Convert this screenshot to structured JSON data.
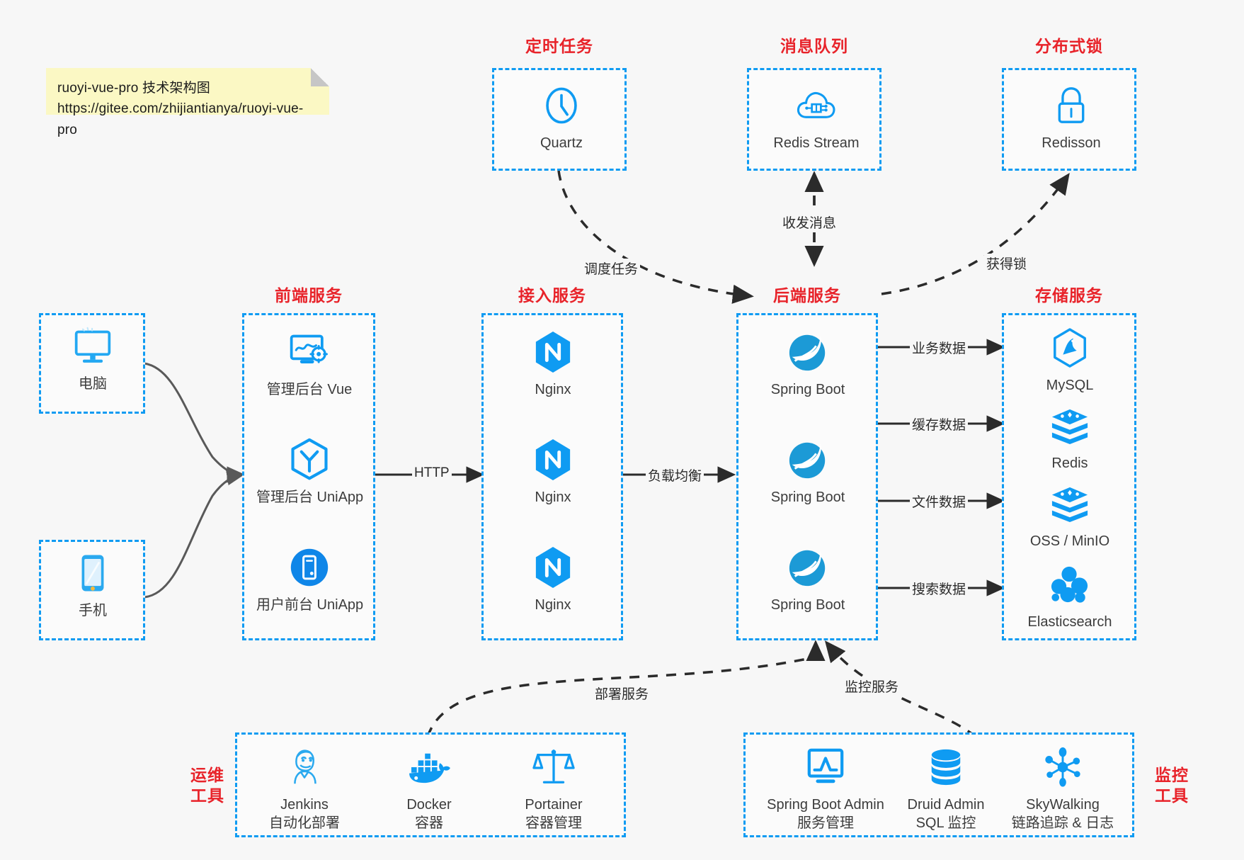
{
  "note": {
    "line1": "ruoyi-vue-pro 技术架构图",
    "line2": "https://gitee.com/zhijiantianya/ruoyi-vue-pro"
  },
  "colors": {
    "accent_blue": "#0f9bf2",
    "title_red": "#e8232a",
    "note_yellow": "#fbf8c4",
    "background": "#f7f7f7",
    "wire_dark": "#2b2b2b",
    "wire_grey": "#595959"
  },
  "groups": {
    "scheduler": {
      "title": "定时任务",
      "nodes": [
        {
          "label": "Quartz",
          "icon": "clock-icon"
        }
      ]
    },
    "mq": {
      "title": "消息队列",
      "nodes": [
        {
          "label": "Redis Stream",
          "icon": "cloud-stream-icon"
        }
      ]
    },
    "lock": {
      "title": "分布式锁",
      "nodes": [
        {
          "label": "Redisson",
          "icon": "lock-icon"
        }
      ]
    },
    "client_pc": {
      "title": "",
      "nodes": [
        {
          "label": "电脑",
          "icon": "desktop-icon"
        }
      ]
    },
    "client_mob": {
      "title": "",
      "nodes": [
        {
          "label": "手机",
          "icon": "phone-icon"
        }
      ]
    },
    "frontend": {
      "title": "前端服务",
      "nodes": [
        {
          "label": "管理后台 Vue",
          "icon": "monitor-gear-icon"
        },
        {
          "label": "管理后台 UniApp",
          "icon": "hexagon-y-icon"
        },
        {
          "label": "用户前台 UniApp",
          "icon": "circle-mobile-icon"
        }
      ]
    },
    "gateway": {
      "title": "接入服务",
      "nodes": [
        {
          "label": "Nginx",
          "icon": "nginx-icon"
        },
        {
          "label": "Nginx",
          "icon": "nginx-icon"
        },
        {
          "label": "Nginx",
          "icon": "nginx-icon"
        }
      ]
    },
    "backend": {
      "title": "后端服务",
      "nodes": [
        {
          "label": "Spring Boot",
          "icon": "spring-icon"
        },
        {
          "label": "Spring Boot",
          "icon": "spring-icon"
        },
        {
          "label": "Spring Boot",
          "icon": "spring-icon"
        }
      ]
    },
    "storage": {
      "title": "存储服务",
      "nodes": [
        {
          "label": "MySQL",
          "icon": "mysql-icon"
        },
        {
          "label": "Redis",
          "icon": "redis-stack-icon"
        },
        {
          "label": "OSS / MinIO",
          "icon": "oss-stack-icon"
        },
        {
          "label": "Elasticsearch",
          "icon": "elasticsearch-icon"
        }
      ]
    },
    "devops": {
      "title": "运维\n工具",
      "title_l1": "运维",
      "title_l2": "工具",
      "nodes": [
        {
          "label": "Jenkins",
          "sub": "自动化部署",
          "icon": "jenkins-icon"
        },
        {
          "label": "Docker",
          "sub": "容器",
          "icon": "docker-icon"
        },
        {
          "label": "Portainer",
          "sub": "容器管理",
          "icon": "scales-icon"
        }
      ]
    },
    "monitor": {
      "title_l1": "监控",
      "title_l2": "工具",
      "nodes": [
        {
          "label": "Spring Boot Admin",
          "sub": "服务管理",
          "icon": "monitor-chart-icon"
        },
        {
          "label": "Druid Admin",
          "sub": "SQL 监控",
          "icon": "database-icon"
        },
        {
          "label": "SkyWalking",
          "sub": "链路追踪 & 日志",
          "icon": "skywalking-icon"
        }
      ]
    }
  },
  "edges": {
    "schedule_task": "调度任务",
    "send_receive": "收发消息",
    "acquire_lock": "获得锁",
    "http": "HTTP",
    "load_balance": "负载均衡",
    "business_data": "业务数据",
    "cache_data": "缓存数据",
    "file_data": "文件数据",
    "search_data": "搜索数据",
    "deploy_service": "部署服务",
    "monitor_service": "监控服务"
  }
}
